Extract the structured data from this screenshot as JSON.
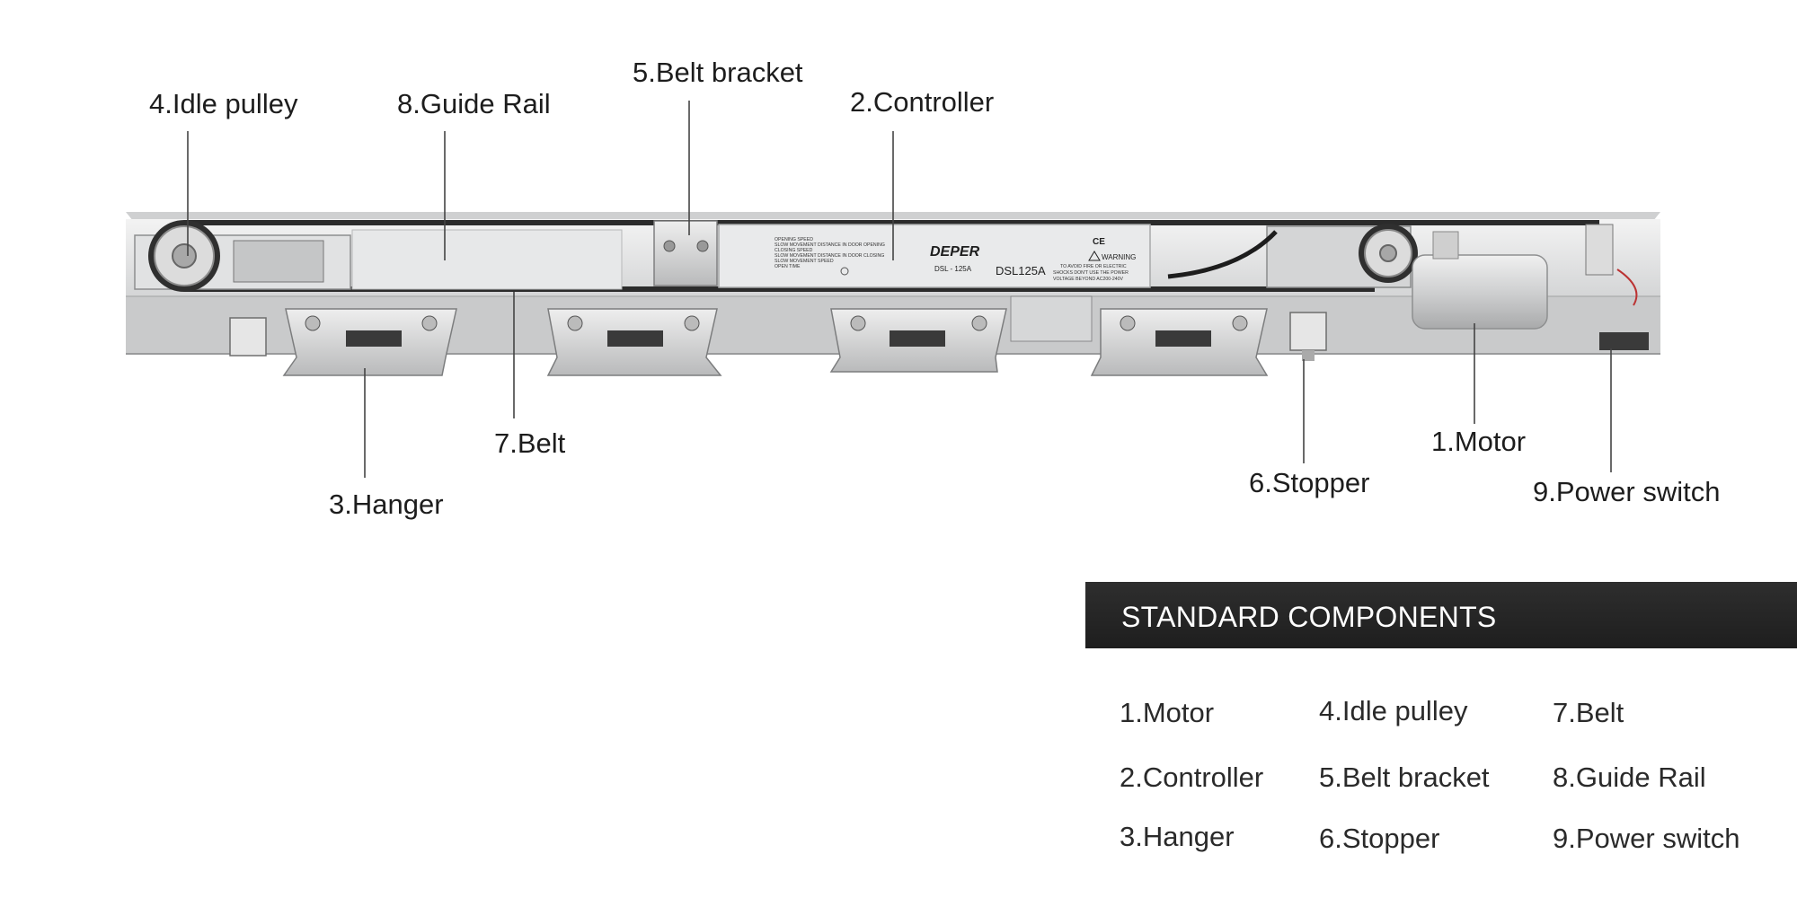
{
  "callouts": {
    "idle_pulley": "4.Idle pulley",
    "guide_rail": "8.Guide Rail",
    "belt_bracket": "5.Belt bracket",
    "controller": "2.Controller",
    "belt": "7.Belt",
    "hanger": "3.Hanger",
    "stopper": "6.Stopper",
    "motor": "1.Motor",
    "power_switch": "9.Power switch"
  },
  "controller_box": {
    "brand": "DEPER",
    "model_small": "DSL - 125A",
    "model_large": "DSL125A",
    "ce_mark": "CE",
    "warning_title": "WARNING",
    "warning_lines": [
      "TO AVOID FIRE OR ELECTRIC",
      "SHOCKS DON'T USE THE POWER",
      "VOLTAGE BEYOND AC200-240V"
    ],
    "settings": [
      "OPENING SPEED",
      "SLOW MOVEMENT DISTANCE IN DOOR OPENING",
      "CLOSING SPEED",
      "SLOW MOVEMENT DISTANCE IN DOOR CLOSING",
      "SLOW MOVEMENT SPEED",
      "OPEN TIME"
    ]
  },
  "panel": {
    "title": "STANDARD COMPONENTS",
    "items": [
      [
        "1.Motor",
        "4.Idle pulley",
        "7.Belt"
      ],
      [
        "2.Controller",
        "5.Belt bracket",
        "8.Guide Rail"
      ],
      [
        "3.Hanger",
        "6.Stopper",
        "9.Power switch"
      ]
    ]
  },
  "colors": {
    "header_bg": "#262626",
    "header_text": "#ffffff",
    "aluminum": "#d9dadb",
    "belt": "#2b2b2b"
  }
}
